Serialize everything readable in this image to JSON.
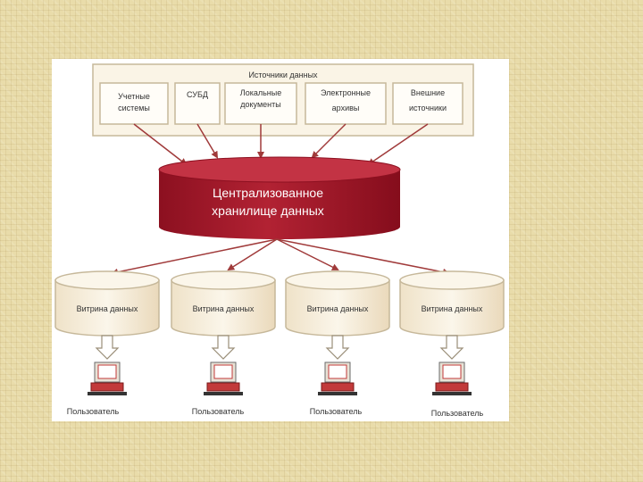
{
  "diagram": {
    "sources": {
      "title": "Источники данных",
      "items": [
        {
          "line1": "Учетные",
          "line2": "системы"
        },
        {
          "line1": "СУБД",
          "line2": ""
        },
        {
          "line1": "Локальные",
          "line2": "документы"
        },
        {
          "line1": "Электронные",
          "line2": "архивы"
        },
        {
          "line1": "Внешние",
          "line2": "источники"
        }
      ]
    },
    "central": {
      "line1": "Централизованное",
      "line2": "хранилище данных"
    },
    "marts": [
      {
        "label": "Витрина данных"
      },
      {
        "label": "Витрина данных"
      },
      {
        "label": "Витрина данных"
      },
      {
        "label": "Витрина данных"
      }
    ],
    "users": [
      {
        "label": "Пользователь"
      },
      {
        "label": "Пользователь"
      },
      {
        "label": "Пользователь"
      },
      {
        "label": "Пользователь"
      }
    ],
    "colors": {
      "box_fill": "#faf4e6",
      "box_stroke": "#c6b89a",
      "arrow": "#a03a3a",
      "cylinder": "#a2172a",
      "cylinder_top": "#c33344",
      "mart_fill": "#f7efdf",
      "monitor": "#c23a3a"
    }
  }
}
